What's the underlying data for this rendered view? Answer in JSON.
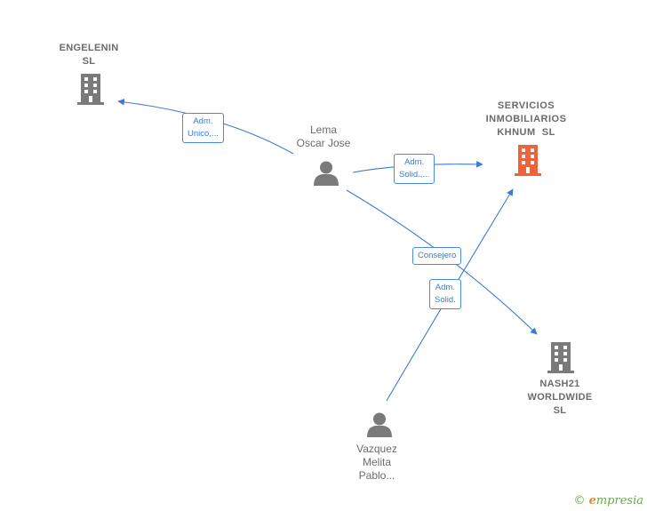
{
  "nodes": {
    "engelenin": {
      "label_1": "ENGELENIN",
      "label_2": "SL",
      "icon": "building-icon",
      "color": "#7a7a7a"
    },
    "servicios": {
      "label_1": "SERVICIOS",
      "label_2": "INMOBILIARIOS",
      "label_3": "KHNUM  SL",
      "icon": "building-icon",
      "color": "#f0633a"
    },
    "lema": {
      "label_1": "Lema",
      "label_2": "Oscar Jose",
      "icon": "person-icon",
      "color": "#7a7a7a"
    },
    "nash21": {
      "label_1": "NASH21",
      "label_2": "WORLDWIDE",
      "label_3": "SL",
      "icon": "building-icon",
      "color": "#7a7a7a"
    },
    "vazquez": {
      "label_1": "Vazquez",
      "label_2": "Melita",
      "label_3": "Pablo...",
      "icon": "person-icon",
      "color": "#7a7a7a"
    }
  },
  "edges": {
    "lema_engelenin": {
      "line_1": "Adm.",
      "line_2": "Unico,..."
    },
    "lema_servicios": {
      "line_1": "Adm.",
      "line_2": "Solid.,..."
    },
    "lema_nash21": {
      "line_1": "Consejero"
    },
    "vazquez_servicios": {
      "line_1": "Adm.",
      "line_2": "Solid."
    }
  },
  "colors": {
    "edge": "#3d7bd0",
    "edge_label_border": "#4a8adf"
  },
  "watermark": {
    "copyright": "©",
    "brand_initial": "e",
    "brand_rest": "mpresia"
  }
}
